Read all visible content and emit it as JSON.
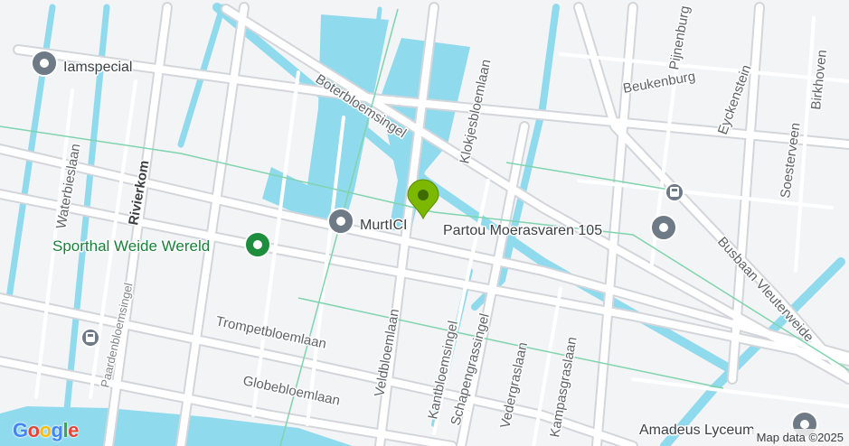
{
  "places": {
    "iamspecial": "Iamspecial",
    "murtici": "MurtICI",
    "partou": "Partou Moerasvaren 105",
    "sporthal": "Sporthal Weide Wereld",
    "amadeus": "Amadeus Lyceum"
  },
  "streets": {
    "boterbloemsingel": "Boterbloemsingel",
    "klokjesbloemlaan": "Klokjesbloemlaan",
    "pijnenburg": "Pijnenburg",
    "beukenburg": "Beukenburg",
    "eyckenstein": "Eyckenstein",
    "soesterveen": "Soesterveen",
    "birkhoven": "Birkhoven",
    "waterbieslaan": "Waterbieslaan",
    "rivierkom": "Rivierkom",
    "paardenbloemsingel": "Paardenbloemsingel",
    "trompetbloemlaan": "Trompetbloemlaan",
    "globebloemlaan": "Globebloemlaan",
    "veldbloemlaan": "Veldbloemlaan",
    "kantbloemsingel": "Kantbloemsingel",
    "schapengrassingel": "Schapengrassingel",
    "vedergraslaan": "Vedergraslaan",
    "kampasgraslaan": "Kampasgraslaan",
    "busbaan": "Busbaan Vleuterweide"
  },
  "branding": {
    "logo": "Google",
    "attribution": "Map data ©2025"
  },
  "colors": {
    "background": "#f3f4f6",
    "water": "#90daee",
    "road": "#ffffff",
    "road_casing": "#d2d6db",
    "marker": "#7cb800",
    "poi_gray": "#6e7a85",
    "poi_green": "#1e8e3e"
  },
  "icons": {
    "marker": "map-pin-icon",
    "poi": "place-icon",
    "transit": "bus-stop-icon"
  }
}
